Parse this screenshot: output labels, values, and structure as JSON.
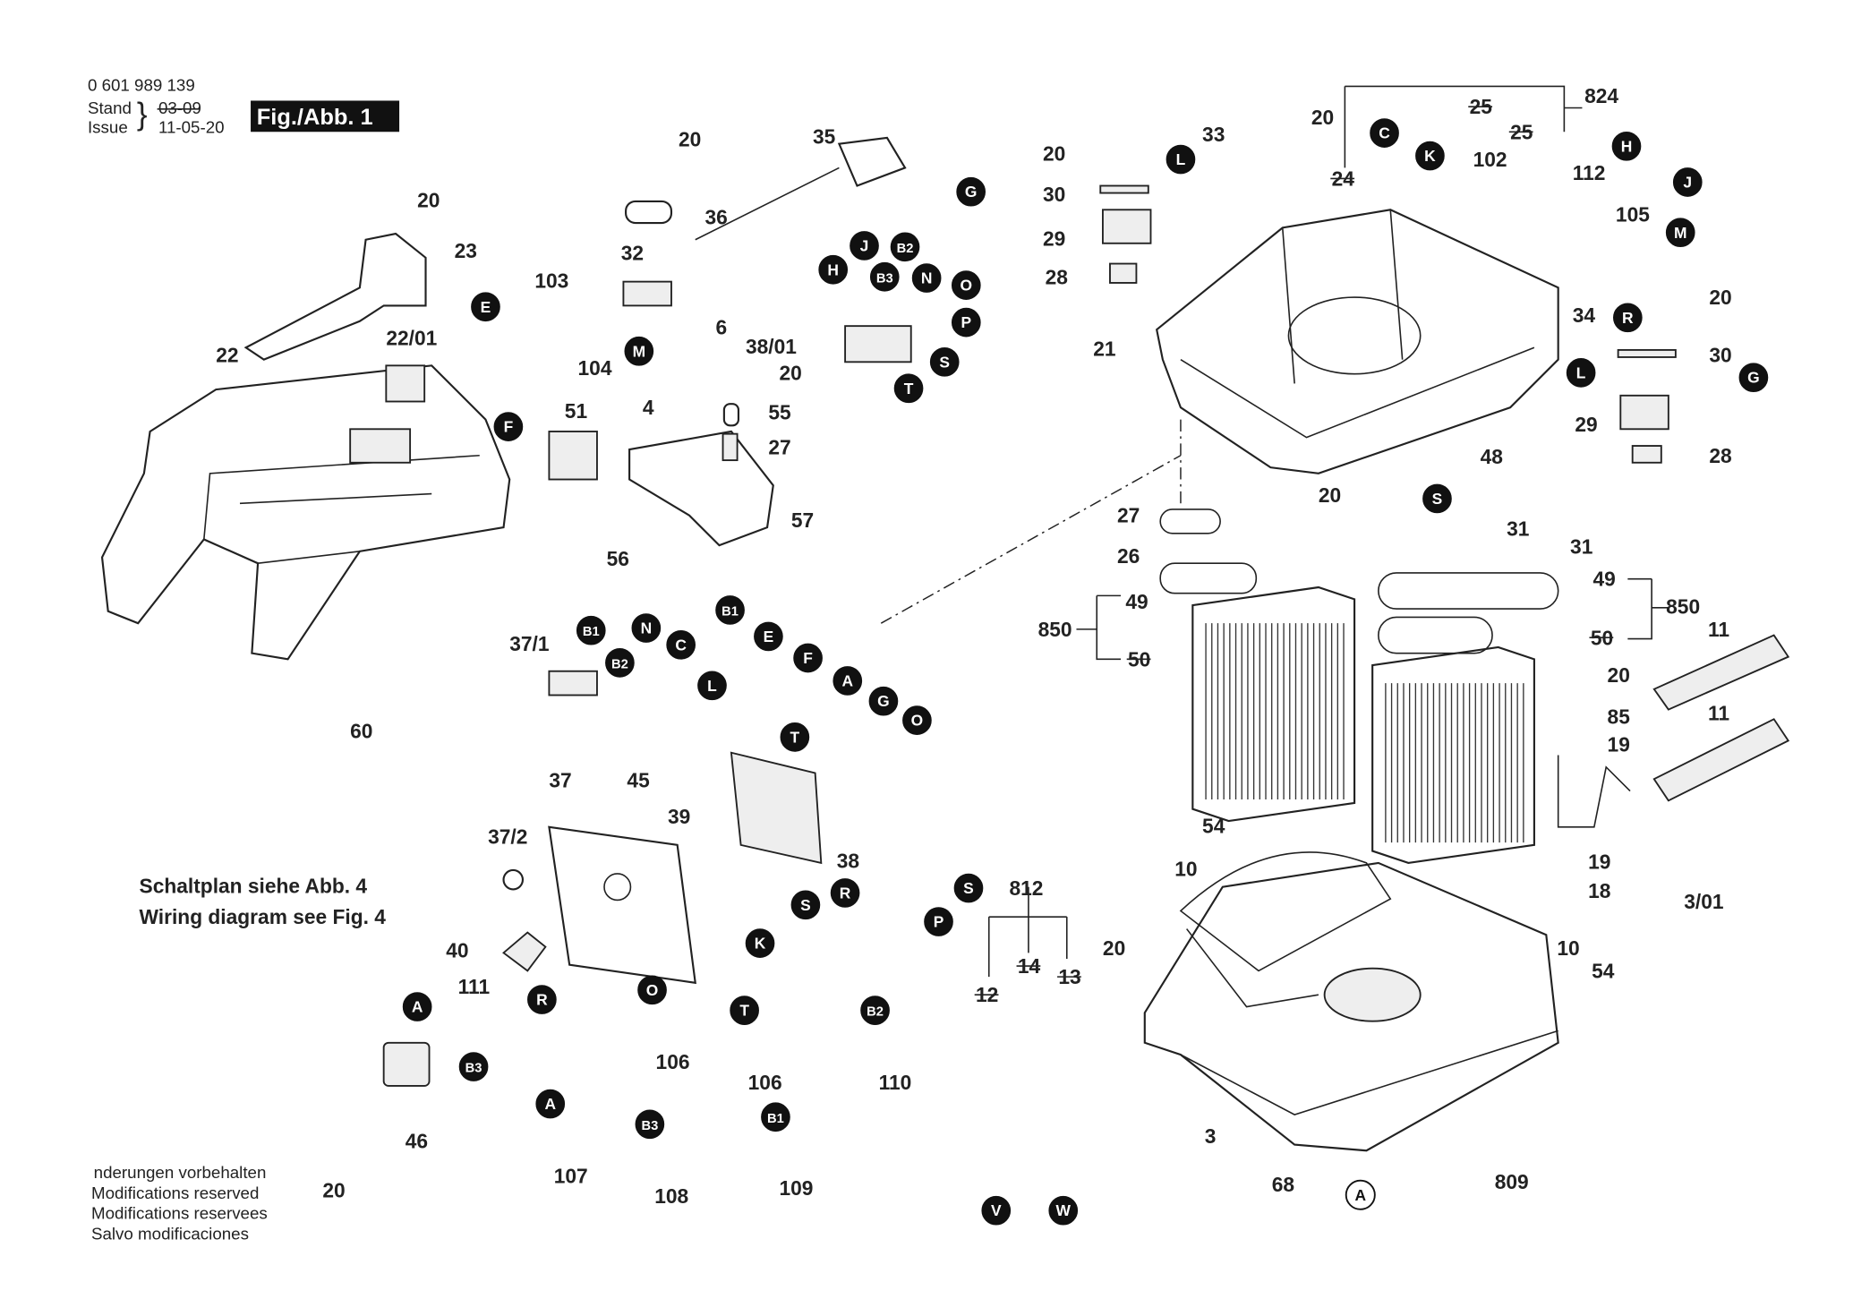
{
  "header": {
    "part_number": "0 601 989 139",
    "stand_label": "Stand",
    "issue_label": "Issue",
    "old_date": "03-09",
    "issue_date": "11-05-20",
    "figure_label": "Fig./Abb. 1"
  },
  "wiring_note": {
    "line_de": "Schaltplan siehe Abb. 4",
    "line_en": "Wiring diagram see Fig. 4"
  },
  "footer": {
    "lines": [
      "nderungen vorbehalten",
      "Modifications reserved",
      "Modifications reservees",
      "Salvo modificaciones"
    ]
  },
  "part_labels": [
    {
      "text": "20"
    },
    {
      "text": "35"
    },
    {
      "text": "36"
    },
    {
      "text": "20"
    },
    {
      "text": "23"
    },
    {
      "text": "32"
    },
    {
      "text": "103"
    },
    {
      "text": "6"
    },
    {
      "text": "104"
    },
    {
      "text": "22/01"
    },
    {
      "text": "22"
    },
    {
      "text": "38/01"
    },
    {
      "text": "20"
    },
    {
      "text": "51"
    },
    {
      "text": "4"
    },
    {
      "text": "55"
    },
    {
      "text": "27"
    },
    {
      "text": "57"
    },
    {
      "text": "56"
    },
    {
      "text": "20"
    },
    {
      "text": "30"
    },
    {
      "text": "29"
    },
    {
      "text": "28"
    },
    {
      "text": "33"
    },
    {
      "text": "20"
    },
    {
      "text": "24",
      "struck": true
    },
    {
      "text": "25",
      "struck": true
    },
    {
      "text": "25",
      "struck": true
    },
    {
      "text": "824"
    },
    {
      "text": "102"
    },
    {
      "text": "112"
    },
    {
      "text": "105"
    },
    {
      "text": "34"
    },
    {
      "text": "20"
    },
    {
      "text": "30"
    },
    {
      "text": "29"
    },
    {
      "text": "28"
    },
    {
      "text": "21"
    },
    {
      "text": "48"
    },
    {
      "text": "20"
    },
    {
      "text": "31"
    },
    {
      "text": "31"
    },
    {
      "text": "27"
    },
    {
      "text": "26"
    },
    {
      "text": "49"
    },
    {
      "text": "850"
    },
    {
      "text": "50",
      "struck": true
    },
    {
      "text": "49"
    },
    {
      "text": "850"
    },
    {
      "text": "50",
      "struck": true
    },
    {
      "text": "11"
    },
    {
      "text": "20"
    },
    {
      "text": "85"
    },
    {
      "text": "11"
    },
    {
      "text": "19"
    },
    {
      "text": "54"
    },
    {
      "text": "10"
    },
    {
      "text": "19"
    },
    {
      "text": "18"
    },
    {
      "text": "3/01"
    },
    {
      "text": "10"
    },
    {
      "text": "54"
    },
    {
      "text": "20"
    },
    {
      "text": "812"
    },
    {
      "text": "12",
      "struck": true
    },
    {
      "text": "14",
      "struck": true
    },
    {
      "text": "13",
      "struck": true
    },
    {
      "text": "3"
    },
    {
      "text": "68"
    },
    {
      "text": "809"
    },
    {
      "text": "37/1"
    },
    {
      "text": "60"
    },
    {
      "text": "37"
    },
    {
      "text": "45"
    },
    {
      "text": "39"
    },
    {
      "text": "37/2"
    },
    {
      "text": "38"
    },
    {
      "text": "40"
    },
    {
      "text": "111"
    },
    {
      "text": "46"
    },
    {
      "text": "20"
    },
    {
      "text": "106"
    },
    {
      "text": "106"
    },
    {
      "text": "110"
    },
    {
      "text": "107"
    },
    {
      "text": "108"
    },
    {
      "text": "109"
    }
  ],
  "connector_callouts": [
    "E",
    "F",
    "M",
    "H",
    "J",
    "B2",
    "B3",
    "N",
    "O",
    "P",
    "S",
    "T",
    "G",
    "L",
    "C",
    "K",
    "H",
    "J",
    "M",
    "R",
    "G",
    "L",
    "S",
    "A",
    "B1",
    "B2",
    "N",
    "C",
    "L",
    "B1",
    "E",
    "F",
    "A",
    "G",
    "T",
    "O",
    "S",
    "R",
    "S",
    "P",
    "K",
    "A",
    "R",
    "B3",
    "O",
    "T",
    "B2",
    "A",
    "B3",
    "B1",
    "V",
    "W"
  ]
}
